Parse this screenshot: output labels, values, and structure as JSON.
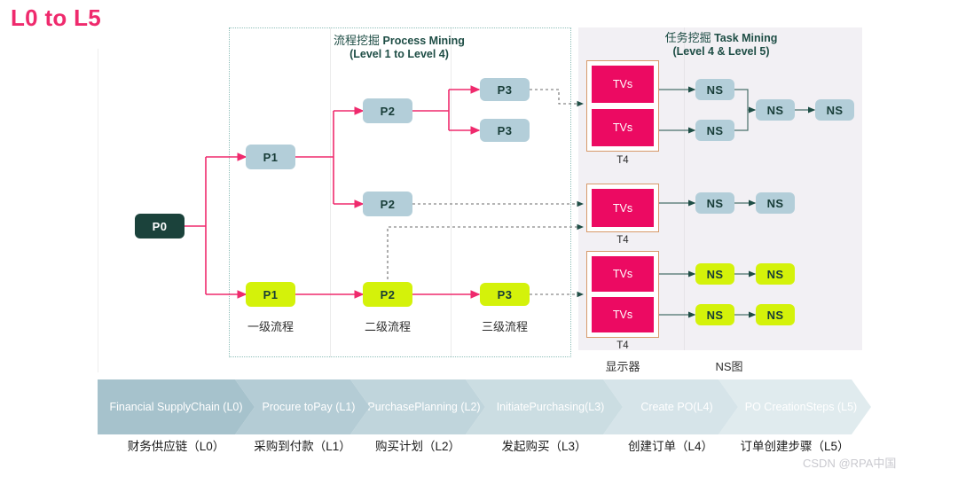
{
  "title": "L0 to L5",
  "sections": {
    "process_mining": {
      "cn": "流程挖掘",
      "en": "Process Mining",
      "sub": "(Level 1 to Level 4)"
    },
    "task_mining": {
      "cn": "任务挖掘",
      "en": "Task Mining",
      "sub": "(Level 4 & Level 5)"
    }
  },
  "nodes": {
    "p0": "P0",
    "p1_top": "P1",
    "p1_bottom": "P1",
    "p2_a": "P2",
    "p2_b": "P2",
    "p2_bottom": "P2",
    "p3_a": "P3",
    "p3_b": "P3",
    "p3_bottom": "P3",
    "tv": "TVs",
    "ns": "NS",
    "t4": "T4"
  },
  "captions": {
    "level1": "一级流程",
    "level2": "二级流程",
    "level3": "三级流程",
    "display": "显示器",
    "ns_chart": "NS图"
  },
  "chevrons": [
    {
      "label": "Financial Supply\nChain (L0)",
      "color": "#a6c2cc"
    },
    {
      "label": "Procure to\nPay (L1)",
      "color": "#b4ccd5"
    },
    {
      "label": "Purchase\nPlanning (L2)",
      "color": "#c0d5dc"
    },
    {
      "label": "Initiate\nPurchasing\n(L3)",
      "color": "#cbdde2"
    },
    {
      "label": "Create PO\n(L4)",
      "color": "#d6e4e9"
    },
    {
      "label": "PO Creation\nSteps (L5)",
      "color": "#e0ebee"
    }
  ],
  "chevron_cn": [
    "财务供应链（L0）",
    "采购到付款（L1）",
    "购买计划（L2）",
    "发起购买（L3）",
    "创建订单（L4）",
    "订单创建步骤（L5）"
  ],
  "watermark": "CSDN @RPA中国",
  "colors": {
    "accent_pink": "#ef2a6d",
    "tv_pink": "#ec0a62",
    "lime": "#d4f20a",
    "blue": "#b3ced9",
    "dark_teal": "#1b423b",
    "t4_border": "#d79a6a",
    "panel_gray": "#f2f0f4"
  },
  "chart_data": {
    "type": "diagram",
    "title": "L0 to L5 Process and Task Mining Hierarchy",
    "levels": [
      "L0",
      "L1",
      "L2",
      "L3",
      "L4",
      "L5"
    ],
    "process_tree": {
      "root": "P0",
      "branches": [
        {
          "l1": "P1",
          "style": "blue",
          "children": [
            {
              "l2": "P2",
              "children": [
                "P3",
                "P3"
              ]
            },
            {
              "l2": "P2",
              "children": []
            }
          ]
        },
        {
          "l1": "P1",
          "style": "lime",
          "children": [
            {
              "l2": "P2",
              "children": [
                "P3"
              ]
            }
          ]
        }
      ]
    },
    "task_groups": [
      {
        "t4": "T4",
        "tvs": 2,
        "ns_chain": [
          [
            "NS",
            "NS"
          ],
          [
            "NS",
            "NS"
          ]
        ],
        "merge_to": [
          "NS",
          "NS"
        ],
        "style": "blue"
      },
      {
        "t4": "T4",
        "tvs": 1,
        "ns_chain": [
          [
            "NS",
            "NS"
          ]
        ],
        "style": "blue"
      },
      {
        "t4": "T4",
        "tvs": 2,
        "ns_chain": [
          [
            "NS",
            "NS"
          ],
          [
            "NS",
            "NS"
          ]
        ],
        "style": "lime"
      }
    ]
  }
}
